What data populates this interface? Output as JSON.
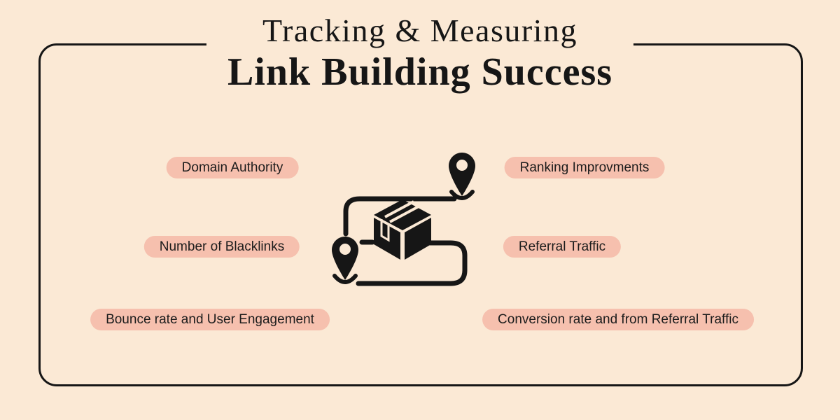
{
  "colors": {
    "bg": "#fbe9d5",
    "pill": "#f6c0ae",
    "ink": "#161616"
  },
  "title": {
    "line1": "Tracking & Measuring",
    "line2": "Link Building Success"
  },
  "pills": [
    {
      "label": "Domain Authority"
    },
    {
      "label": "Ranking Improvments"
    },
    {
      "label": "Number of Blacklinks"
    },
    {
      "label": "Referral Traffic"
    },
    {
      "label": "Bounce rate and User Engagement"
    },
    {
      "label": "Conversion rate and from Referral Traffic"
    }
  ],
  "icons": {
    "center": "package-route-icon",
    "origin": "map-pin-icon",
    "destination": "map-pin-icon"
  }
}
